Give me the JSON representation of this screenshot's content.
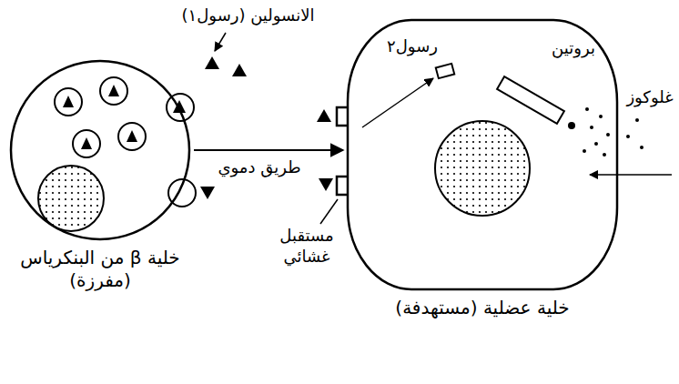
{
  "diagram": {
    "nodes": [
      {
        "text": [
          "خلية β من البنكرياس (مفرزة)"
        ]
      },
      {
        "text": [
          "خلية عضلية (مستهدفة)"
        ]
      }
    ],
    "edges": [
      {
        "from": 0,
        "to": 1,
        "arrow": "to",
        "label": "طريق دموي"
      }
    ],
    "labels": [
      "الانسولين (رسول١)",
      "مستقبل غشائي",
      "رسول٢",
      "بروتين",
      "غلوكوز"
    ]
  }
}
